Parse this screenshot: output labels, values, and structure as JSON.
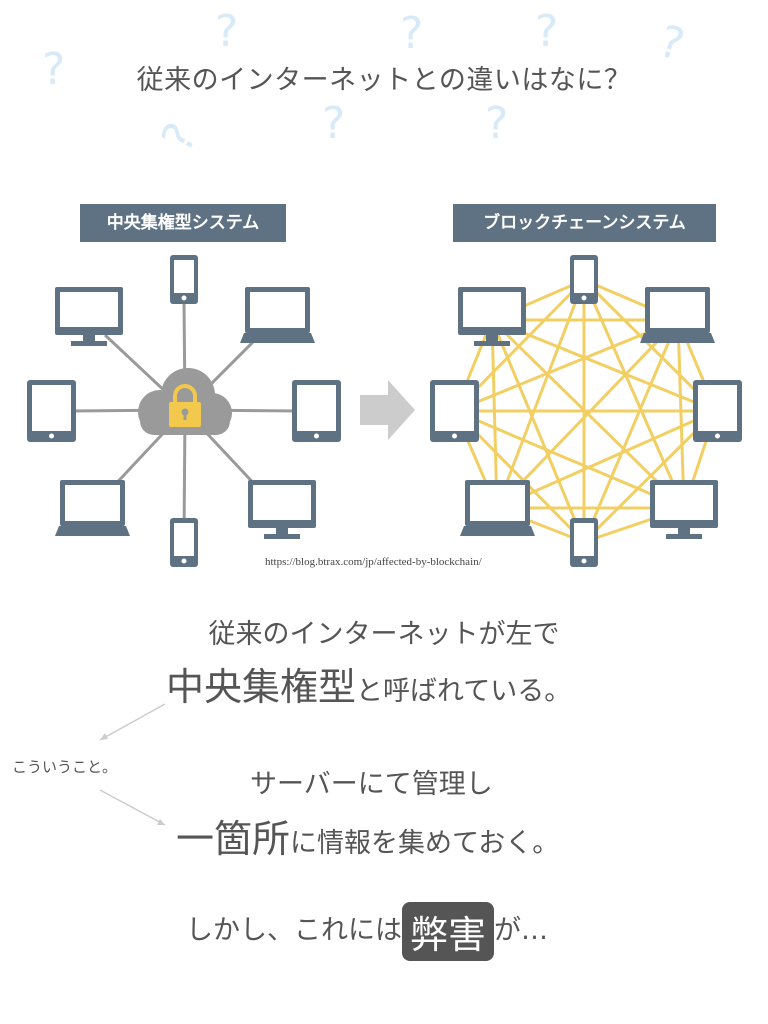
{
  "title": "従来のインターネットとの違いはなに？",
  "diagram": {
    "left_label": "中央集権型システム",
    "right_label": "ブロックチェーンシステム",
    "source": "https://blog.btrax.com/jp/affected-by-blockchain/",
    "colors": {
      "device": "#5f7283",
      "cloud": "#9a9a9a",
      "lock": "#f2c94c",
      "mesh": "#f2cf63",
      "arrow": "#cccccc"
    }
  },
  "text": {
    "line1": "従来のインターネットが左で",
    "line2_em": "中央集権型",
    "line2_rest": "と呼ばれている。",
    "aside": "こういうこと。",
    "line3": "サーバーにて管理し",
    "line4_em": "一箇所",
    "line4_rest": "に情報を集めておく。",
    "line5_pre": "しかし、これには",
    "line5_badge": "弊害",
    "line5_post": "が…"
  }
}
